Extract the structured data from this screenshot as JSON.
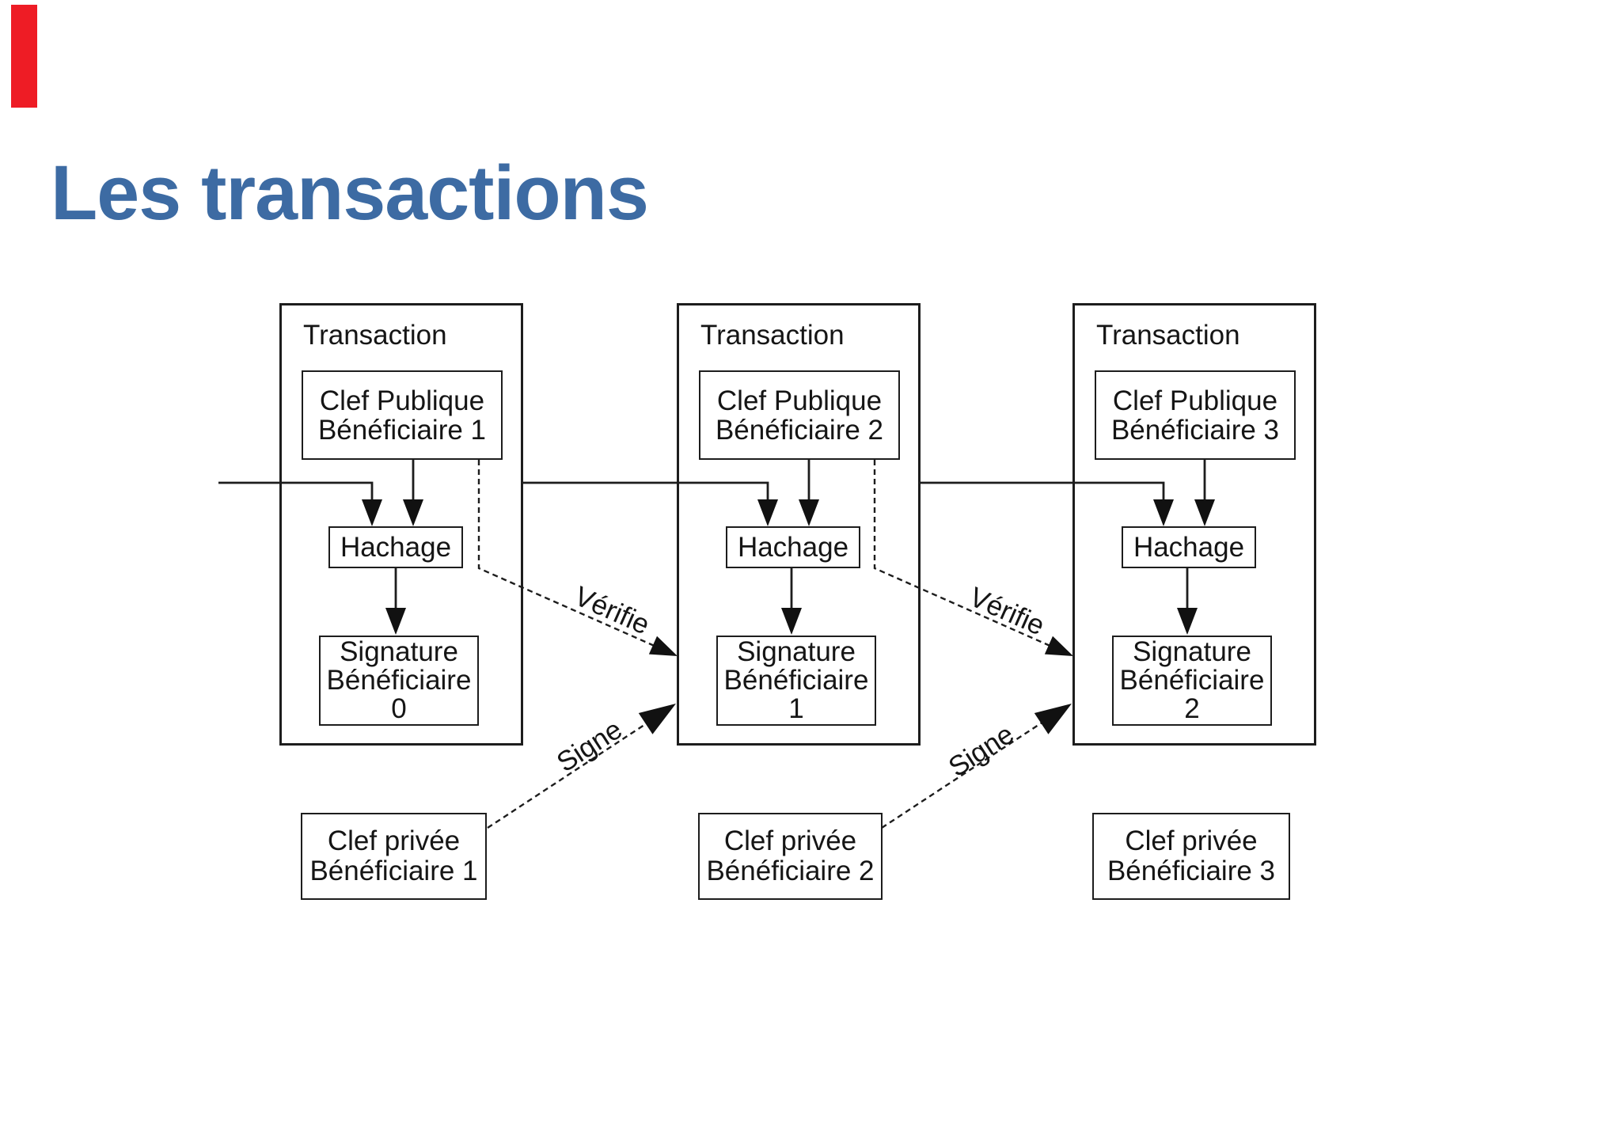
{
  "slide": {
    "title": "Les transactions",
    "title_color": "#3d6ba3",
    "marker_color": "#ee1c25",
    "line_color": "#1d1d1d",
    "background_color": "#ffffff"
  },
  "diagram": {
    "transactions": [
      {
        "title": "Transaction",
        "public_key": [
          "Clef Publique",
          "Bénéficiaire 1"
        ],
        "hash": "Hachage",
        "signature": [
          "Signature",
          "Bénéficiaire",
          "0"
        ]
      },
      {
        "title": "Transaction",
        "public_key": [
          "Clef Publique",
          "Bénéficiaire 2"
        ],
        "hash": "Hachage",
        "signature": [
          "Signature",
          "Bénéficiaire",
          "1"
        ]
      },
      {
        "title": "Transaction",
        "public_key": [
          "Clef Publique",
          "Bénéficiaire 3"
        ],
        "hash": "Hachage",
        "signature": [
          "Signature",
          "Bénéficiaire",
          "2"
        ]
      }
    ],
    "private_keys": [
      [
        "Clef privée",
        "Bénéficiaire 1"
      ],
      [
        "Clef privée",
        "Bénéficiaire 2"
      ],
      [
        "Clef privée",
        "Bénéficiaire 3"
      ]
    ],
    "edge_labels": {
      "verify": "Vérifie",
      "sign": "Signe"
    }
  }
}
